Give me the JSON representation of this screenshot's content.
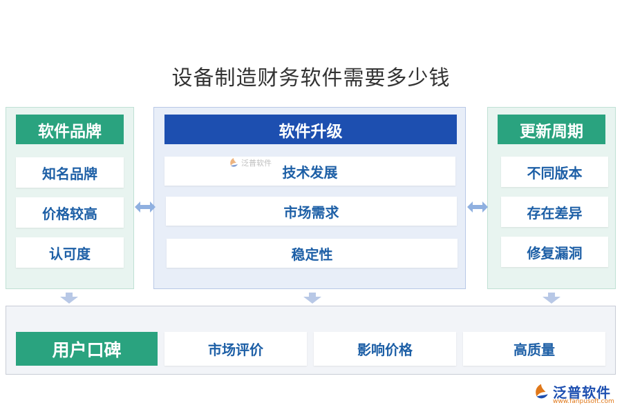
{
  "title": "设备制造财务软件需要多少钱",
  "left": {
    "header": "软件品牌",
    "items": [
      "知名品牌",
      "价格较高",
      "认可度"
    ]
  },
  "middle": {
    "header": "软件升级",
    "items": [
      "技术发展",
      "市场需求",
      "稳定性"
    ]
  },
  "right": {
    "header": "更新周期",
    "items": [
      "不同版本",
      "存在差异",
      "修复漏洞"
    ]
  },
  "bottom": {
    "header": "用户口碑",
    "items": [
      "市场评价",
      "影响价格",
      "高质量"
    ]
  },
  "watermark": {
    "name": "泛普软件"
  },
  "logo": {
    "name": "泛普软件",
    "url": "www.fanpusoft.com"
  },
  "colors": {
    "green": "#2aa37f",
    "blue": "#1d4fb0",
    "item_text": "#1d5fa6",
    "arrow": "#8fb0e0"
  },
  "icons": [
    "double-arrow-icon",
    "down-arrow-icon",
    "fanpu-logo-icon"
  ]
}
